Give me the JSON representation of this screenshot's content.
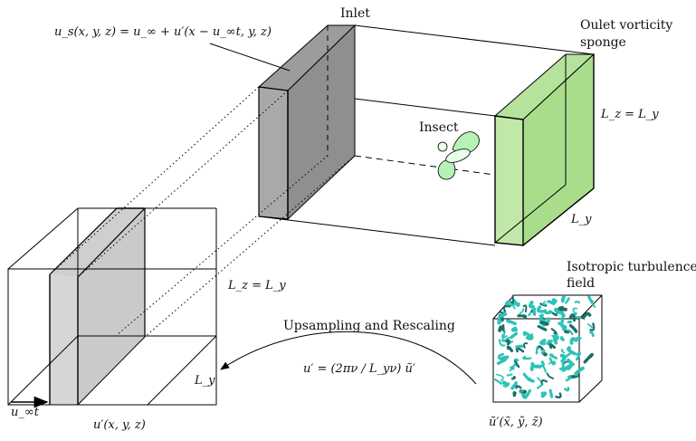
{
  "labels": {
    "inlet": "Inlet",
    "outlet_line1": "Oulet vorticity",
    "outlet_line2": "sponge",
    "insect": "Insect",
    "iso_line1": "Isotropic turbulence",
    "iso_line2": "field",
    "upsampling": "Upsampling and Rescaling"
  },
  "math": {
    "inlet_eq": "u_s(x, y, z) = u_∞ + u′(x − u_∞t, y, z)",
    "lz_right": "L_z = L_y",
    "ly_right": "L_y",
    "lz_left": "L_z = L_y",
    "ly_left": "L_y",
    "uinf_t": "u_∞t",
    "u_prime_xyz": "u′(x, y, z)",
    "rescale_eq": "u′ = (2πν / L_yν) ũ′",
    "u_tilde": "ũ′(x̃, ỹ, z̃)"
  },
  "colors": {
    "inlet_slab": "#a9a9a9",
    "inlet_slab_side": "#8f8f8f",
    "outlet_sponge": "#c2e8a9",
    "outlet_sponge_side": "#a9dd8c",
    "insect": "#b6f2b6",
    "left_slab": "#d6d6d6",
    "turbulence": "#2ec2b8"
  }
}
